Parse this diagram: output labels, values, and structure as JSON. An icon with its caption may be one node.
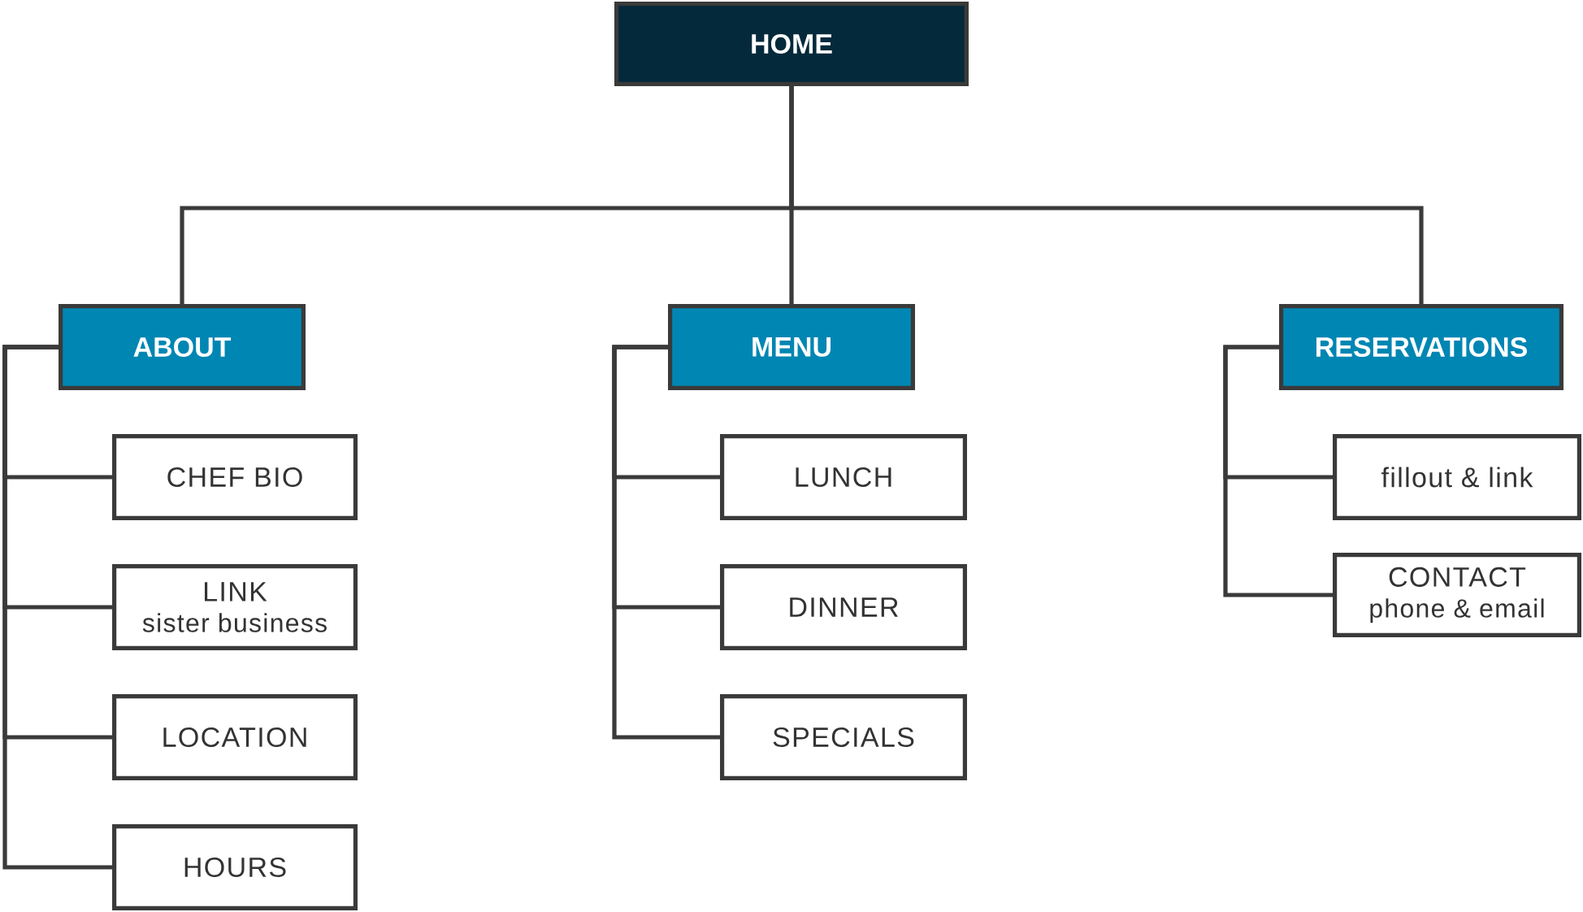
{
  "diagram": {
    "nodes": [
      {
        "text": [
          "HOME"
        ]
      },
      {
        "text": [
          "ABOUT"
        ]
      },
      {
        "text": [
          "MENU"
        ]
      },
      {
        "text": [
          "RESERVATIONS"
        ]
      },
      {
        "text": [
          "CHEF BIO"
        ]
      },
      {
        "text": [
          "LINK",
          "sister business"
        ]
      },
      {
        "text": [
          "LOCATION"
        ]
      },
      {
        "text": [
          "HOURS"
        ]
      },
      {
        "text": [
          "LUNCH"
        ]
      },
      {
        "text": [
          "DINNER"
        ]
      },
      {
        "text": [
          "SPECIALS"
        ]
      },
      {
        "text": [
          "fillout & link"
        ]
      },
      {
        "text": [
          "CONTACT",
          "phone & email"
        ]
      }
    ],
    "edges": [
      {
        "from": 0,
        "to": 1,
        "arrow": "none"
      },
      {
        "from": 0,
        "to": 2,
        "arrow": "none"
      },
      {
        "from": 0,
        "to": 3,
        "arrow": "none"
      },
      {
        "from": 1,
        "to": 4,
        "arrow": "none"
      },
      {
        "from": 1,
        "to": 5,
        "arrow": "none"
      },
      {
        "from": 1,
        "to": 6,
        "arrow": "none"
      },
      {
        "from": 1,
        "to": 7,
        "arrow": "none"
      },
      {
        "from": 2,
        "to": 8,
        "arrow": "none"
      },
      {
        "from": 2,
        "to": 9,
        "arrow": "none"
      },
      {
        "from": 2,
        "to": 10,
        "arrow": "none"
      },
      {
        "from": 3,
        "to": 11,
        "arrow": "none"
      },
      {
        "from": 3,
        "to": 12,
        "arrow": "none"
      }
    ]
  }
}
